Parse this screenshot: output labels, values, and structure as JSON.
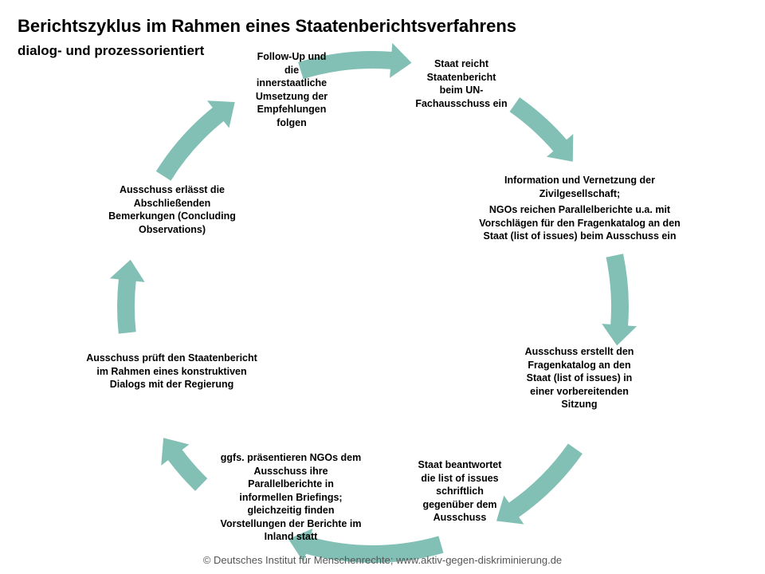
{
  "title": "Berichtszyklus im Rahmen eines Staatenberichtsverfahrens",
  "subtitle": "dialog- und prozessorientiert",
  "accent_color": "#82C0B6",
  "steps": [
    {
      "text": "Follow-Up und die innerstaatliche Umsetzung der Empfehlungen folgen"
    },
    {
      "text": "Staat reicht Staatenbericht beim UN-Fachausschuss ein"
    },
    {
      "text": "Information und Vernetzung der Zivilgesellschaft;",
      "text2": "NGOs reichen Parallelberichte u.a. mit Vorschlägen für den Fragenkatalog an den Staat (list of issues) beim Ausschuss ein"
    },
    {
      "text": "Ausschuss erstellt den Fragenkatalog an den Staat (list of issues) in einer vorbereitenden Sitzung"
    },
    {
      "text": "Staat beantwortet die list of issues schriftlich gegenüber dem Ausschuss"
    },
    {
      "text": "ggfs. präsentieren NGOs dem Ausschuss ihre Parallelberichte in informellen Briefings; gleichzeitig finden Vorstellungen der Berichte im Inland statt"
    },
    {
      "text": "Ausschuss prüft den Staatenbericht im Rahmen eines konstruktiven Dialogs mit der Regierung"
    },
    {
      "text": "Ausschuss erlässt die Abschließenden Bemerkungen (Concluding Observations)"
    }
  ],
  "footer": "© Deutsches Institut für Menschenrechte; www.aktiv-gegen-diskriminierung.de"
}
